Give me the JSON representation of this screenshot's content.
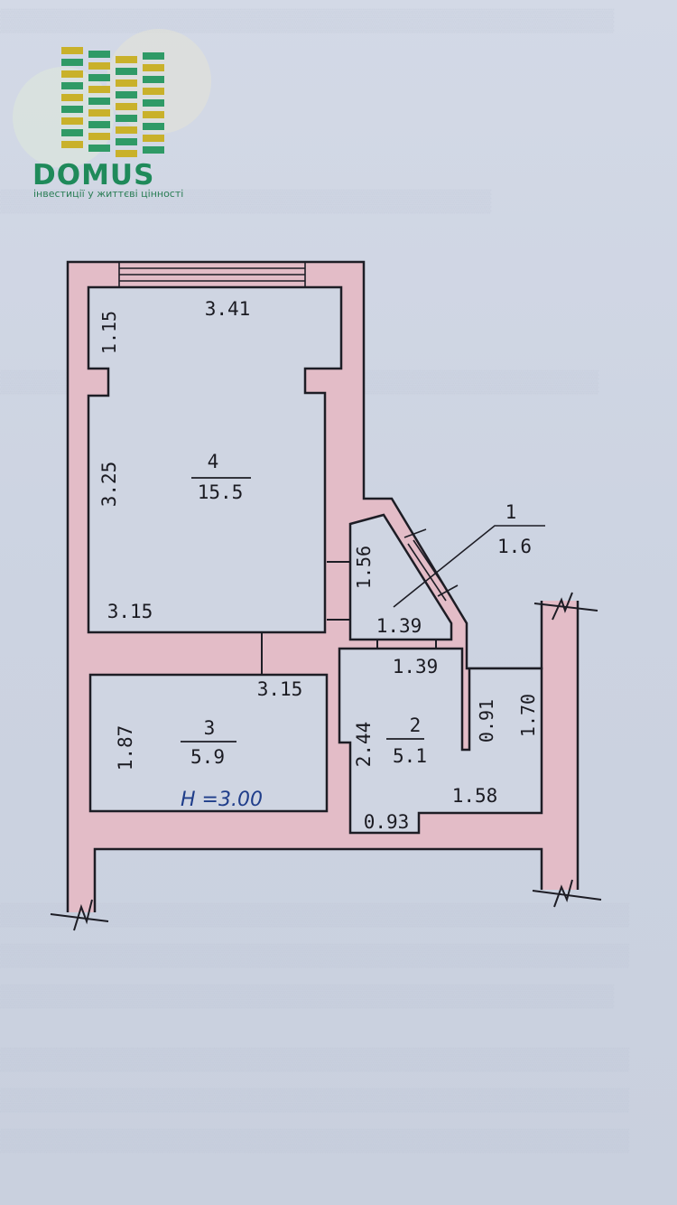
{
  "logo": {
    "brand": "DOMUS",
    "tagline": "інвестиції у життєві цінності",
    "brand_color": "#1f8a5a",
    "tile_colors": [
      "#c9b12a",
      "#2f9a66"
    ]
  },
  "plan": {
    "wall_color": "#e3bcc7",
    "line_color": "#1d1d25",
    "rooms": [
      {
        "number": "4",
        "area": "15.5"
      },
      {
        "number": "3",
        "area": "5.9"
      },
      {
        "number": "2",
        "area": "5.1"
      },
      {
        "number": "1",
        "area": "1.6"
      }
    ],
    "dimensions": {
      "r4_top": "3.41",
      "r4_niche": "1.15",
      "r4_left": "3.25",
      "r4_bottom": "3.15",
      "r3_top": "3.15",
      "r3_left": "1.87",
      "r1_left": "1.56",
      "r1_bottom": "1.39",
      "r2_top": "1.39",
      "r2_left": "2.44",
      "r2_right": "1.58",
      "r2_bottom": "0.93",
      "right_inner": "0.91",
      "right_outer": "1.70"
    },
    "height_note": "Н =3.00"
  }
}
